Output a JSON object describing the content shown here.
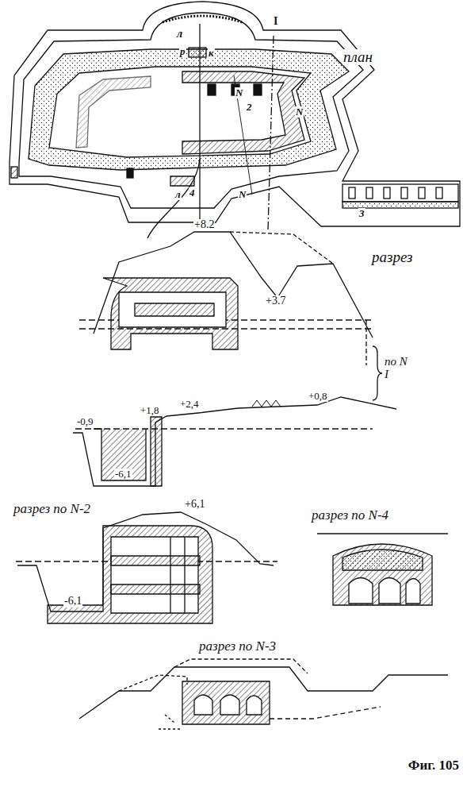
{
  "diagram": {
    "labels": [
      "план",
      "л",
      "р",
      "к",
      "I",
      "N",
      "2",
      "N",
      "N",
      "3",
      "4",
      "л",
      "разрез",
      "+8.2",
      "+3.7",
      "по N I",
      "+1,8",
      "+2,4",
      "-0,9",
      "-6,1",
      "+0,8",
      "разрез по N-2",
      "+6,1",
      "-6,1",
      "разрез по N-4",
      "разрез по N-3",
      "Фиг. 105"
    ]
  }
}
